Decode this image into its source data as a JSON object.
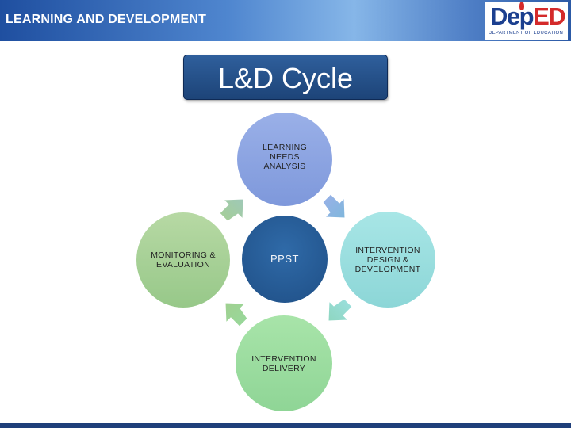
{
  "header": {
    "title": "LEARNING AND DEVELOPMENT",
    "logo_dep": "Dep",
    "logo_ed": "ED",
    "logo_sub": "DEPARTMENT OF EDUCATION"
  },
  "diagram": {
    "title": "L&D Cycle",
    "center": "PPST",
    "nodes": {
      "top": "LEARNING NEEDS ANALYSIS",
      "right": "INTERVENTION DESIGN & DEVELOPMENT",
      "bottom": "INTERVENTION DELIVERY",
      "left": "MONITORING & EVALUATION"
    }
  },
  "colors": {
    "header_blue": "#4f86cf",
    "title_box": "#2f5f9c",
    "node_top": "#8aa2df",
    "node_right": "#97dcdd",
    "node_bottom": "#97d99c",
    "node_left": "#a5cf94",
    "center": "#275c97",
    "footer": "#1f3f7a"
  }
}
